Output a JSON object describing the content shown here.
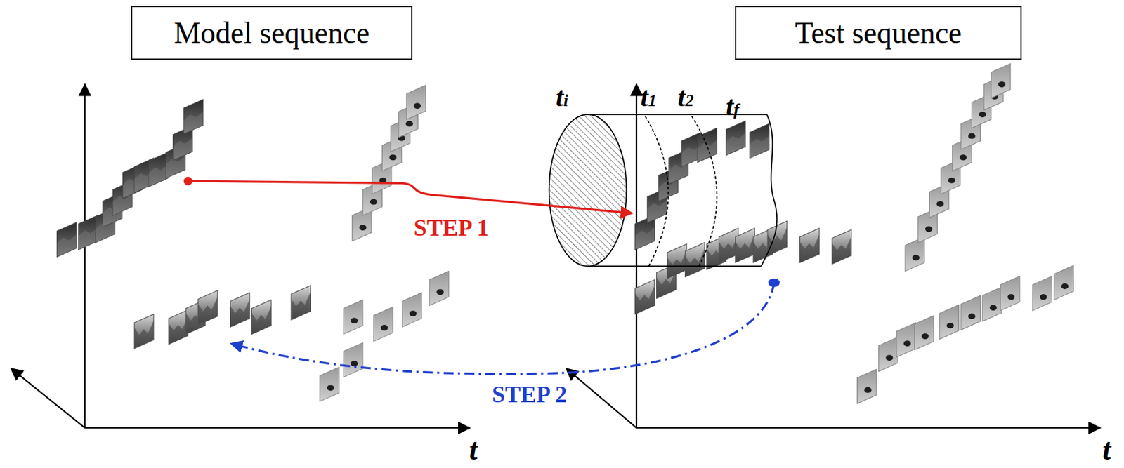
{
  "diagram": {
    "nodes": [
      {
        "text": [
          "Model sequence"
        ]
      },
      {
        "text": [
          "Test sequence"
        ]
      }
    ],
    "labels": [
      "ti",
      "t1",
      "t2",
      "tf",
      "STEP 1",
      "STEP 2",
      "t",
      "t"
    ]
  }
}
